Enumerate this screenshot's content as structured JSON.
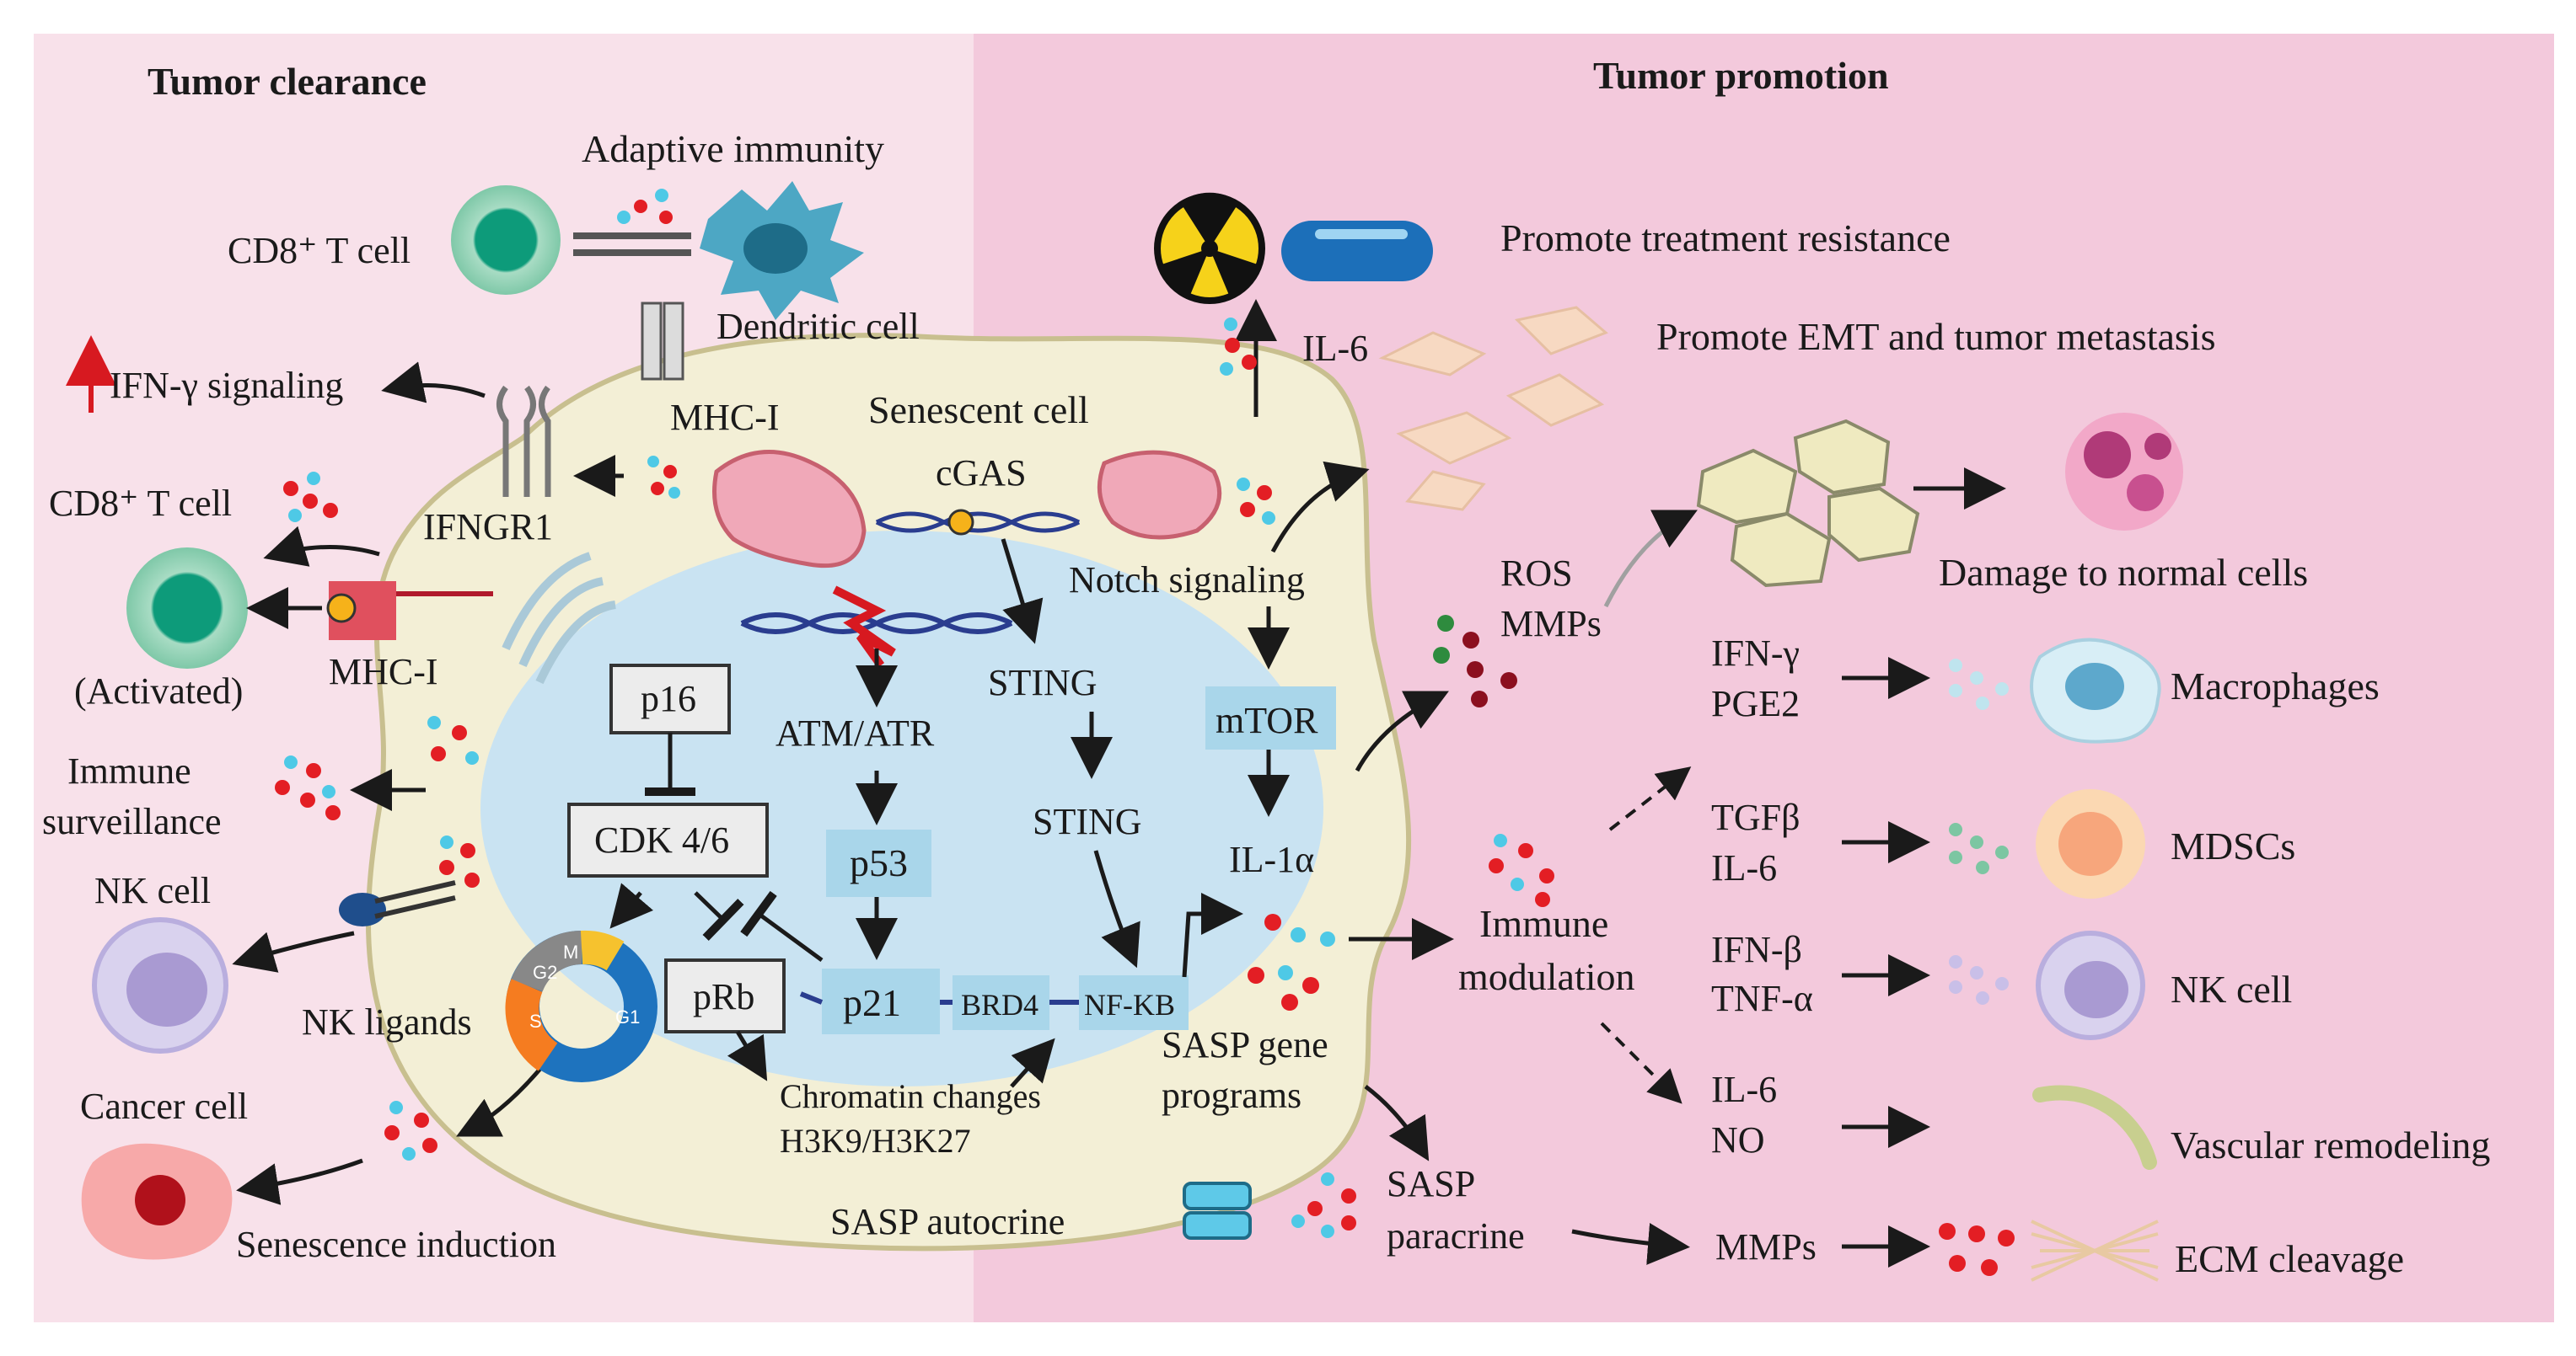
{
  "left_title": "Tumor clearance",
  "right_title": "Tumor promotion",
  "left": {
    "adaptive_immunity": "Adaptive immunity",
    "cd8_t_cell": "CD8⁺ T cell",
    "dendritic_cell": "Dendritic cell",
    "ifn_gamma_signaling": "IFN-γ signaling",
    "mhc_i_top": "MHC-I",
    "ifngr1": "IFNGR1",
    "cd8_t_cell_2": "CD8⁺ T cell",
    "activated": "(Activated)",
    "mhc_i_bottom": "MHC-I",
    "immune": "Immune",
    "surveillance": "surveillance",
    "nk_cell": "NK cell",
    "nk_ligands": "NK ligands",
    "cancer_cell": "Cancer cell",
    "senescence_induction": "Senescence induction"
  },
  "cell": {
    "senescent_cell": "Senescent cell",
    "cgas": "cGAS",
    "p16": "p16",
    "cdk46": "CDK 4/6",
    "prb": "pRb",
    "atm_atr": "ATM/ATR",
    "p53": "p53",
    "p21": "p21",
    "brd4": "BRD4",
    "nfkb": "NF-KB",
    "sting_1": "STING",
    "sting_2": "STING",
    "notch": "Notch signaling",
    "mtor": "mTOR",
    "il1a": "IL-1α",
    "chromatin_1": "Chromatin changes",
    "chromatin_2": "H3K9/H3K27",
    "sasp_gene_1": "SASP gene",
    "sasp_gene_2": "programs",
    "sasp_autocrine": "SASP autocrine",
    "il6": "IL-6",
    "cycle": {
      "g1": "G1",
      "s": "S",
      "g2": "G2",
      "m": "M"
    }
  },
  "right": {
    "treatment_resistance": "Promote treatment resistance",
    "emt": "Promote EMT and tumor metastasis",
    "ros": "ROS",
    "mmps": "MMPs",
    "damage": "Damage to normal cells",
    "immune_mod_1": "Immune",
    "immune_mod_2": "modulation",
    "ifng": "IFN-γ",
    "pge2": "PGE2",
    "macrophages": "Macrophages",
    "tgfb": "TGFβ",
    "il6": "IL-6",
    "mdscs": "MDSCs",
    "ifnb": "IFN-β",
    "tnfa": "TNF-α",
    "nk_cell": "NK cell",
    "il6_b": "IL-6",
    "no": "NO",
    "vascular": "Vascular remodeling",
    "sasp_paracrine_1": "SASP",
    "sasp_paracrine_2": "paracrine",
    "mmps_b": "MMPs",
    "ecm": "ECM cleavage"
  },
  "colors": {
    "left_panel": "#f8e1ea",
    "right_panel": "#f3c9dc",
    "senescent_cell": "#f3efd6",
    "nucleus": "#c9e3f2",
    "factor_box": "#a9d6ea",
    "red_dot": "#e31e24",
    "cyan_dot": "#4ec9e6"
  }
}
